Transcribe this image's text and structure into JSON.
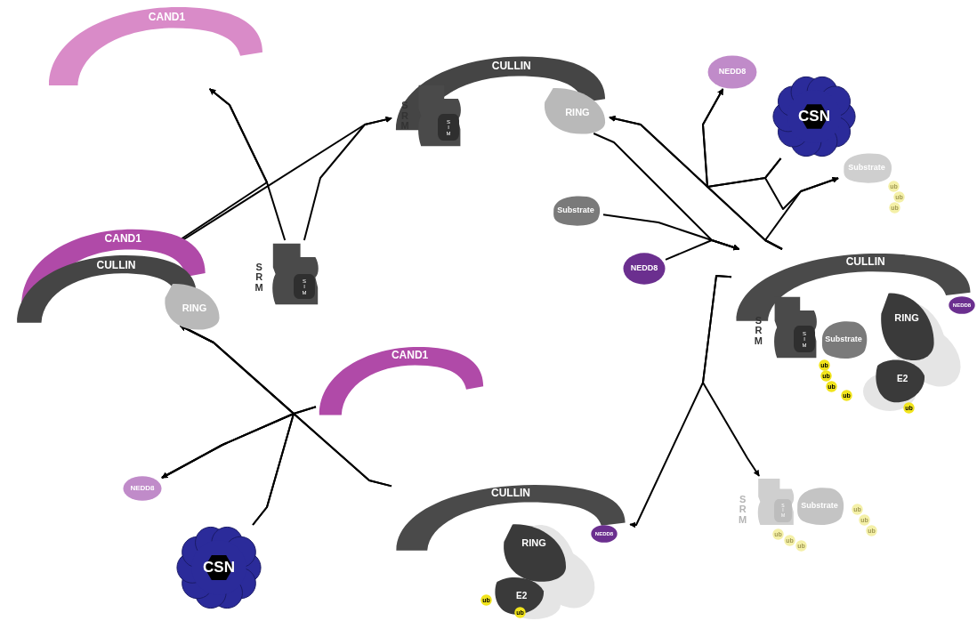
{
  "diagram": {
    "nodes": [
      {
        "text": [
          "CAND1"
        ]
      },
      {
        "text": [
          "CULLIN"
        ]
      },
      {
        "text": [
          "S R M"
        ]
      },
      {
        "text": [
          "S I M"
        ],
        "in": 2
      },
      {
        "text": [
          "RING"
        ]
      },
      {
        "text": [
          "NEDD8"
        ]
      },
      {
        "text": [
          "CSN"
        ]
      },
      {
        "text": [
          "Substrate"
        ]
      },
      {
        "text": [
          "ub"
        ]
      },
      {
        "text": [
          "ub"
        ]
      },
      {
        "text": [
          "ub"
        ]
      },
      {
        "text": [
          "Substrate"
        ]
      },
      {
        "text": [
          "NEDD8"
        ]
      },
      {
        "text": [
          "CULLIN"
        ]
      },
      {
        "text": [
          "S R M"
        ]
      },
      {
        "text": [
          "S I M"
        ],
        "in": 14
      },
      {
        "text": [
          "Substrate"
        ]
      },
      {
        "text": [
          "ub"
        ]
      },
      {
        "text": [
          "ub"
        ]
      },
      {
        "text": [
          "ub"
        ]
      },
      {
        "text": [
          "ub"
        ]
      },
      {
        "text": [
          "RING"
        ]
      },
      {
        "text": [
          "E2"
        ]
      },
      {
        "text": [
          "ub"
        ]
      },
      {
        "text": [
          "NEDD8"
        ]
      },
      {
        "text": [
          "S R M"
        ]
      },
      {
        "text": [
          "S I M"
        ],
        "in": 25
      },
      {
        "text": [
          "Substrate"
        ]
      },
      {
        "text": [
          "ub"
        ]
      },
      {
        "text": [
          "ub"
        ]
      },
      {
        "text": [
          "ub"
        ]
      },
      {
        "text": [
          "ub"
        ]
      },
      {
        "text": [
          "ub"
        ]
      },
      {
        "text": [
          "ub"
        ]
      },
      {
        "text": [
          "CULLIN"
        ]
      },
      {
        "text": [
          "NEDD8"
        ]
      },
      {
        "text": [
          "RING"
        ]
      },
      {
        "text": [
          "E2"
        ]
      },
      {
        "text": [
          "ub"
        ]
      },
      {
        "text": [
          "ub"
        ]
      },
      {
        "text": [
          "CSN"
        ]
      },
      {
        "text": [
          "NEDD8"
        ]
      },
      {
        "text": [
          "CAND1"
        ]
      },
      {
        "text": [
          "CAND1"
        ]
      },
      {
        "text": [
          "CULLIN"
        ]
      },
      {
        "text": [
          "RING"
        ]
      },
      {
        "text": [
          "S R M"
        ]
      },
      {
        "text": [
          "S I M"
        ],
        "in": 46
      }
    ],
    "edges": [
      {
        "from": 44,
        "to": 1,
        "arrow": "to"
      },
      {
        "from": 46,
        "to": 1,
        "arrow": "to"
      },
      {
        "from": 44,
        "to": 0,
        "arrow": "to"
      },
      {
        "from": 46,
        "to": 0,
        "arrow": "to"
      },
      {
        "from": 1,
        "to": 13,
        "arrow": "to"
      },
      {
        "from": 11,
        "to": 13,
        "arrow": "to"
      },
      {
        "from": 12,
        "to": 13,
        "arrow": "to"
      },
      {
        "from": 13,
        "to": 1,
        "arrow": "to"
      },
      {
        "from": 6,
        "to": 1,
        "arrow": "to"
      },
      {
        "from": 6,
        "to": 5,
        "arrow": "to"
      },
      {
        "from": 13,
        "to": 5,
        "arrow": "to"
      },
      {
        "from": 13,
        "to": 7,
        "arrow": "to"
      },
      {
        "from": 6,
        "to": 7,
        "arrow": "to"
      },
      {
        "from": 13,
        "to": 34,
        "arrow": "to"
      },
      {
        "from": 13,
        "to": 25,
        "arrow": "to"
      },
      {
        "from": 34,
        "to": 44,
        "arrow": "to"
      },
      {
        "from": 40,
        "to": 44,
        "arrow": "to"
      },
      {
        "from": 42,
        "to": 44,
        "arrow": "to"
      },
      {
        "from": 34,
        "to": 41,
        "arrow": "to"
      },
      {
        "from": 40,
        "to": 41,
        "arrow": "to"
      },
      {
        "from": 42,
        "to": 41,
        "arrow": "to"
      }
    ]
  }
}
